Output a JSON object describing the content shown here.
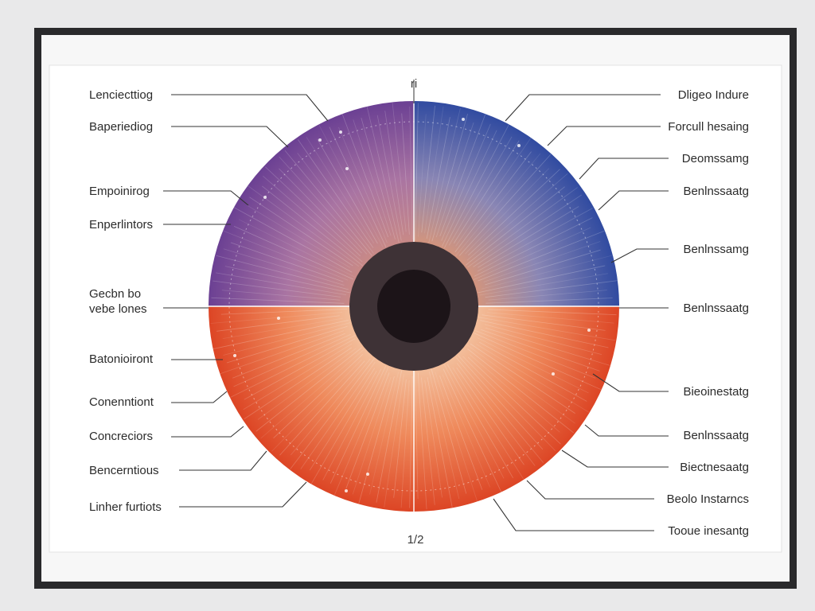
{
  "diagram": {
    "top_mark": "ri",
    "bottom_mark": "1/2",
    "left_labels": [
      {
        "lines": [
          "Lenciecttiog"
        ]
      },
      {
        "lines": [
          "Baperiediog"
        ]
      },
      {
        "lines": [
          "Empoinirog"
        ]
      },
      {
        "lines": [
          "Enperlintors"
        ]
      },
      {
        "lines": [
          "Gecbn bo",
          "vebe lones"
        ]
      },
      {
        "lines": [
          "Batonioiront"
        ]
      },
      {
        "lines": [
          "Conenntiont"
        ]
      },
      {
        "lines": [
          "Concreciors"
        ]
      },
      {
        "lines": [
          "Bencerntious"
        ]
      },
      {
        "lines": [
          "Linher furtiots"
        ]
      }
    ],
    "right_labels": [
      {
        "lines": [
          "Dligeo Indure"
        ]
      },
      {
        "lines": [
          "Forcull hesaing"
        ]
      },
      {
        "lines": [
          "Deomssamg"
        ]
      },
      {
        "lines": [
          "Benlnssaatg"
        ]
      },
      {
        "lines": [
          "Benlnssamg"
        ]
      },
      {
        "lines": [
          "Benlnssaatg"
        ]
      },
      {
        "lines": [
          "Bieoinestatg"
        ]
      },
      {
        "lines": [
          "Benlnssaatg"
        ]
      },
      {
        "lines": [
          "Biectnesaatg"
        ]
      },
      {
        "lines": [
          "Beolo Instarncs"
        ]
      },
      {
        "lines": [
          "Tooue inesantg"
        ]
      }
    ],
    "colors": {
      "frame": "#2a2a2c",
      "mat": "#f7f7f7",
      "iris_top_left": "#7a4a9c",
      "iris_top_right": "#3a4fa0",
      "iris_bottom": "#e2522b",
      "pupil_ring": "#3e3236",
      "pupil": "#1c1418"
    }
  }
}
